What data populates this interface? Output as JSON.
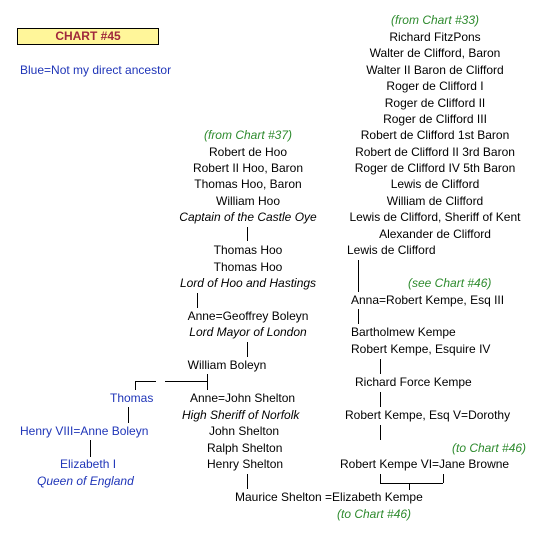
{
  "header": {
    "chart_label": "CHART #45",
    "legend_note": "Blue=Not my direct ancestor"
  },
  "colors": {
    "blue_text": "#1f35b8",
    "green_text": "#2e8b2e",
    "label_bg": "#fff69a",
    "label_text": "#a0283c"
  },
  "clifford_line": {
    "from_note": "(from Chart #33)",
    "people": [
      "Richard FitzPons",
      "Walter de Clifford, Baron",
      "Walter II Baron de Clifford",
      "Roger de Clifford I",
      "Roger de Clifford II",
      "Roger de Clifford III",
      "Robert de Clifford 1st Baron",
      "Robert de Clifford II 3rd Baron",
      "Roger de Clifford IV 5th Baron",
      "Lewis de Clifford",
      "William de Clifford",
      "Lewis de Clifford, Sheriff of Kent",
      "Alexander de Clifford",
      "Lewis de Clifford"
    ]
  },
  "kempe_line": {
    "see_note": "(see Chart #46)",
    "anna": "Anna=Robert Kempe, Esq III",
    "bartholmew": "Bartholmew Kempe",
    "robert_iv": "Robert Kempe, Esquire IV",
    "richard": "Richard Force Kempe",
    "robert_v": "Robert Kempe, Esq V=Dorothy",
    "to_note": "(to Chart #46)",
    "robert_vi": "Robert Kempe VI=Jane Browne"
  },
  "hoo_line": {
    "from_note": "(from Chart #37)",
    "robert": "Robert de Hoo",
    "robert_ii": "Robert II Hoo, Baron",
    "thomas_baron": "Thomas Hoo, Baron",
    "william": "William Hoo",
    "william_title": "Captain of the Castle Oye",
    "thomas_1": "Thomas Hoo",
    "thomas_2": "Thomas Hoo",
    "thomas_2_title": "Lord of Hoo and Hastings"
  },
  "boleyn_line": {
    "anne_geoffrey": "Anne=Geoffrey Boleyn",
    "anne_geoffrey_title": "Lord Mayor of London",
    "william": "William Boleyn",
    "anne_john": "Anne=John Shelton",
    "anne_john_title": "High Sheriff of Norfolk",
    "john": "John Shelton",
    "ralph": "Ralph Shelton",
    "henry": "Henry Shelton"
  },
  "royal_line": {
    "thomas": "Thomas",
    "henry_anne": "Henry VIII=Anne Boleyn",
    "elizabeth": "Elizabeth I",
    "elizabeth_title": "Queen of England"
  },
  "final": {
    "maurice": "Maurice Shelton =Elizabeth Kempe",
    "to_note": "(to Chart #46)"
  }
}
